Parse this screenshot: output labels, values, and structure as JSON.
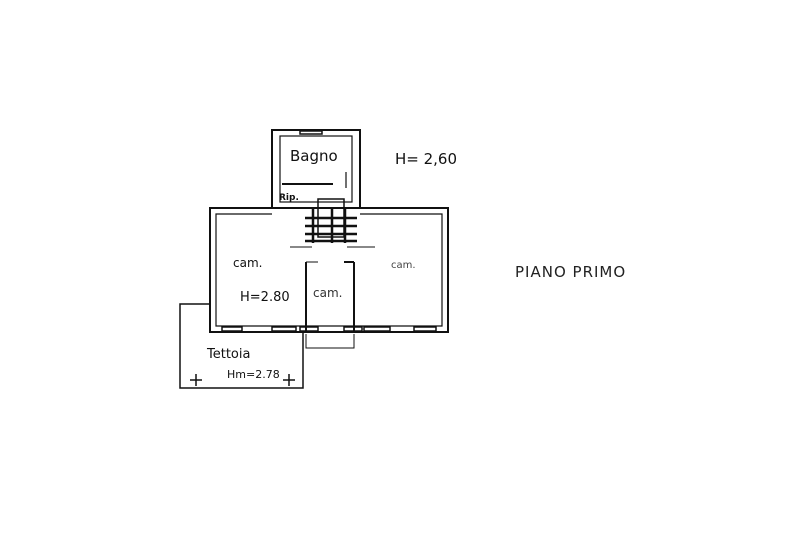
{
  "plan": {
    "title": "PIANO PRIMO",
    "rooms": [
      {
        "id": "bagno",
        "label": "Bagno"
      },
      {
        "id": "ripostiglio",
        "label": "Rip."
      },
      {
        "id": "camera-left",
        "label": "cam."
      },
      {
        "id": "camera-center",
        "label": "cam."
      },
      {
        "id": "camera-right",
        "label": "cam."
      },
      {
        "id": "tettoia",
        "label": "Tettoia"
      }
    ],
    "heights": {
      "upper": "H= 2,60",
      "main": "H=2.80",
      "tettoia": "Hm=2.78"
    },
    "colors": {
      "line": "#111111",
      "background": "#ffffff"
    }
  }
}
